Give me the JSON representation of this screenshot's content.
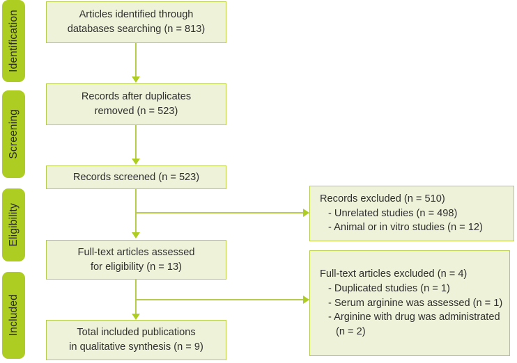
{
  "diagram": {
    "title": "PRISMA flow diagram",
    "colors": {
      "stage_tab": "#aecd22",
      "box_fill": "#eef2d9",
      "box_border": "#b9cb4d",
      "connector": "#b9cb4d",
      "arrowhead": "#aecd22",
      "text": "#2f2f2f",
      "background": "#ffffff"
    }
  },
  "stages": [
    {
      "id": "identification",
      "label": "Identification"
    },
    {
      "id": "screening",
      "label": "Screening"
    },
    {
      "id": "eligibility",
      "label": "Eligibility"
    },
    {
      "id": "included",
      "label": "Included"
    }
  ],
  "flow_boxes": [
    {
      "id": "identified",
      "text": "Articles identified through\ndatabases searching (n = 813)",
      "count": 813
    },
    {
      "id": "after-duplicates",
      "text": "Records after duplicates\nremoved (n = 523)",
      "count": 523
    },
    {
      "id": "screened",
      "text": "Records screened (n = 523)",
      "count": 523
    },
    {
      "id": "full-text-assessed",
      "text": "Full-text articles assessed\nfor eligibility (n = 13)",
      "count": 13
    },
    {
      "id": "included-total",
      "text": "Total included publications\nin qualitative synthesis (n = 9)",
      "count": 9
    }
  ],
  "exclusion_boxes": [
    {
      "id": "records-excluded",
      "heading": "Records excluded (n = 510)",
      "count": 510,
      "reasons": [
        {
          "text": "- Unrelated studies (n = 498)",
          "count": 498
        },
        {
          "text": "- Animal or in vitro studies (n = 12)",
          "count": 12
        }
      ]
    },
    {
      "id": "full-text-excluded",
      "heading": "Full-text articles excluded (n = 4)",
      "count": 4,
      "reasons": [
        {
          "text": "- Duplicated studies (n = 1)",
          "count": 1
        },
        {
          "text": "- Serum arginine was\n  assessed (n = 1)",
          "count": 1
        },
        {
          "text": "- Arginine with drug was\n  administrated (n = 2)",
          "count": 2
        }
      ]
    }
  ]
}
